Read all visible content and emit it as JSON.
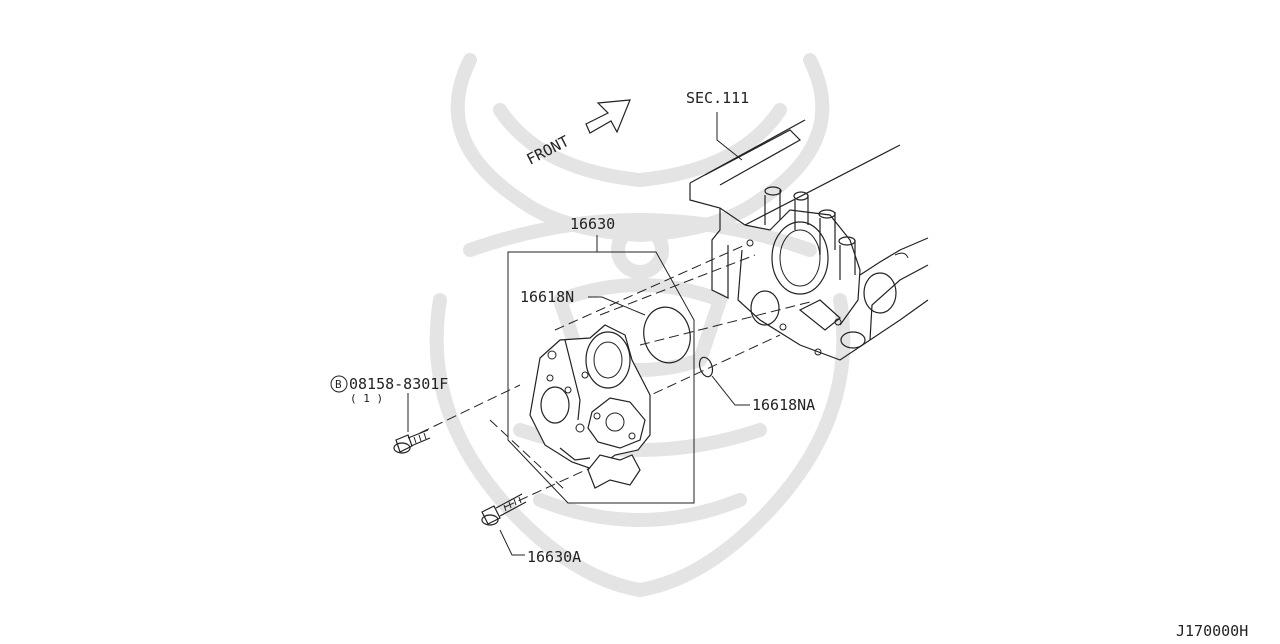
{
  "diagram": {
    "front_label": "FRONT",
    "section_ref": "SEC.111",
    "callouts": {
      "assembly": "16630",
      "gasket_large": "16618N",
      "gasket_small": "16618NA",
      "bolt_flange": "08158-8301F",
      "bolt_flange_qty": "( 1 )",
      "bolt_flange_marker": "B",
      "bolt": "16630A"
    },
    "figure_code": "J170000H",
    "watermark": "samurai-helmet-logo"
  }
}
